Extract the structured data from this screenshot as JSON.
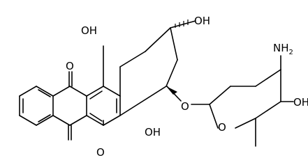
{
  "structure": {
    "atom_labels": {
      "oh_c6": "OH",
      "oh_c9": "OH",
      "oh_c11": "OH",
      "o_quinone_top": "O",
      "o_quinone_bottom": "O",
      "o_glycosidic": "O",
      "o_ring": "O",
      "oh_sugar": "OH",
      "n_amine": "NH",
      "n_amine_subscript": "2"
    },
    "colors": {
      "bond": "#000000",
      "text": "#000000",
      "background": "#ffffff"
    }
  }
}
